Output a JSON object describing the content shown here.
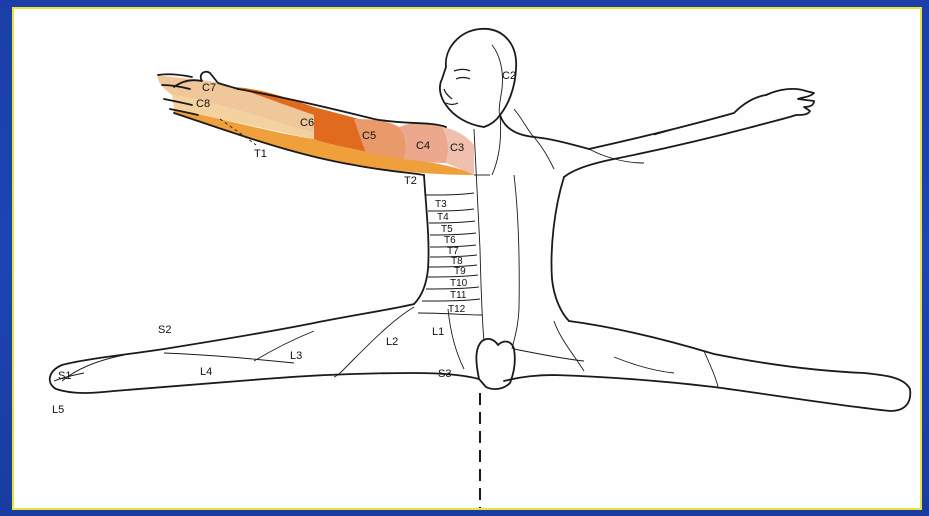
{
  "colors": {
    "slide_background": "#1d44b5",
    "frame_border": "#e8e23a",
    "c6_fill": "#e06a1e",
    "c5_fill": "#e89a6a",
    "c4_fill": "#eba88c",
    "c3_fill": "#f0bfae",
    "c7_fill": "#f0c79a",
    "c8_fill": "#f3d2a0",
    "t1_fill": "#f0a03a",
    "line": "#1a1a1a"
  },
  "dermatome_labels": {
    "c2": "C2",
    "c3": "C3",
    "c4": "C4",
    "c5": "C5",
    "c6": "C6",
    "c7": "C7",
    "c8": "C8",
    "t1": "T1",
    "t2": "T2",
    "t3": "T3",
    "t4": "T4",
    "t5": "T5",
    "t6": "T6",
    "t7": "T7",
    "t8": "T8",
    "t9": "T9",
    "t10": "T10",
    "t11": "T11",
    "t12": "T12",
    "l1": "L1",
    "l2": "L2",
    "l3": "L3",
    "l4": "L4",
    "l5": "L5",
    "s1": "S1",
    "s2": "S2",
    "s3": "S3"
  }
}
